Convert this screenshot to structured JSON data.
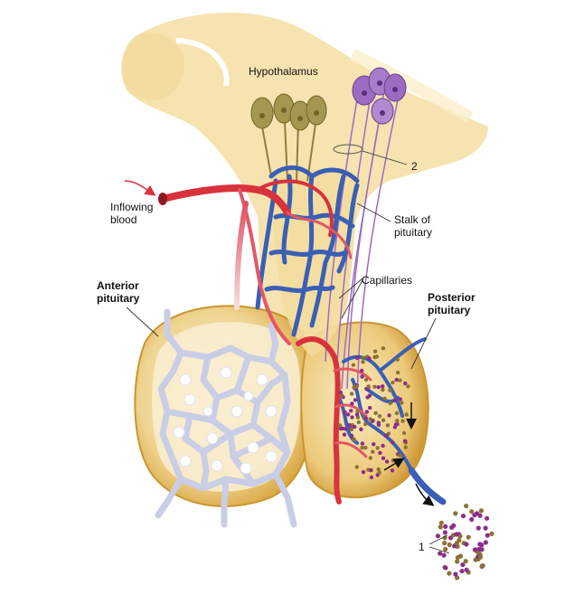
{
  "labels": {
    "hypothalamus": "Hypothalamus",
    "two": "2",
    "inflowing_blood": "Inflowing\nblood",
    "stalk": "Stalk of\npituitary",
    "capillaries": "Capillaries",
    "anterior": "Anterior\npituitary",
    "posterior": "Posterior\npituitary",
    "one": "1"
  },
  "colors": {
    "tissue_light": "#f7e6b8",
    "tissue_gold": "#e2b54e",
    "tissue_dark": "#c9962f",
    "artery_red": "#d8323d",
    "vein_blue": "#3a5fb5",
    "neuron_olive": "#9b8f4a",
    "neuron_purple": "#9c6bc2",
    "granule_purple": "#8a2e8c",
    "granule_brown": "#8c7333",
    "gland_cells": "#c9cde6"
  }
}
